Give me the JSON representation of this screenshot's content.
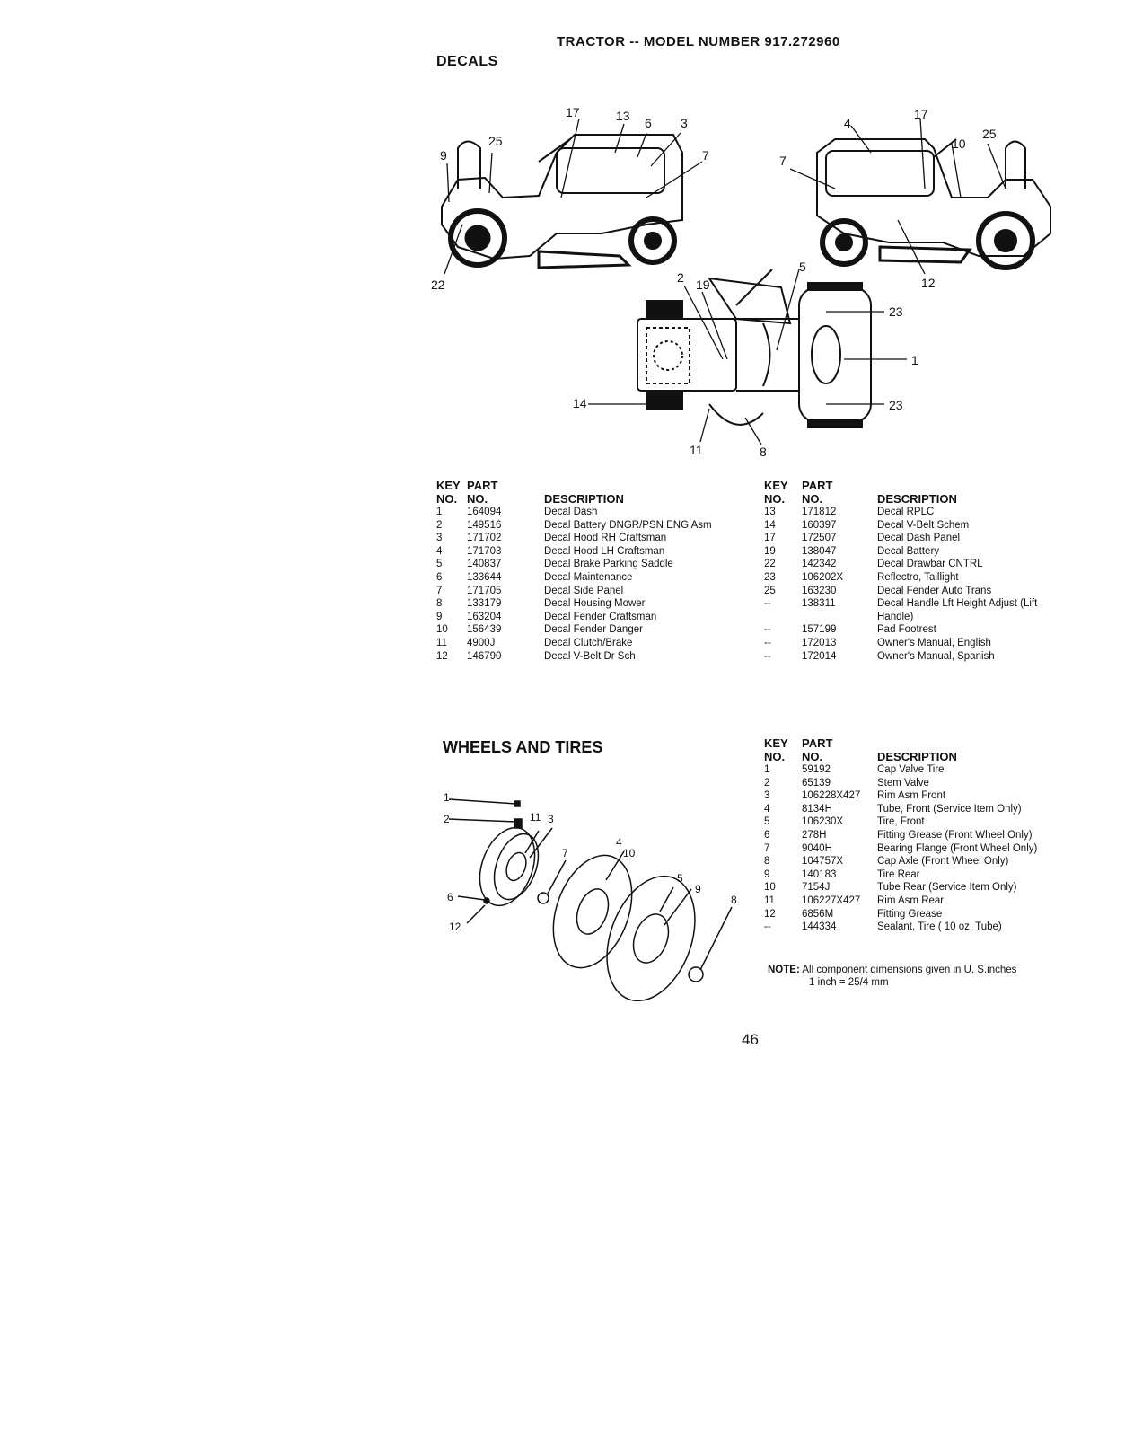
{
  "header": {
    "model_title": "TRACTOR -- MODEL NUMBER 917.272960",
    "section_decals": "DECALS",
    "section_wheels": "WHEELS AND TIRES",
    "page_number": "46"
  },
  "table_headers": {
    "key1": "KEY",
    "key2": "NO.",
    "part1": "PART",
    "part2": "NO.",
    "desc": "DESCRIPTION"
  },
  "decals_left": [
    {
      "key": "1",
      "part": "164094",
      "desc": "Decal Dash"
    },
    {
      "key": "2",
      "part": "149516",
      "desc": "Decal Battery DNGR/PSN ENG Asm"
    },
    {
      "key": "3",
      "part": "171702",
      "desc": "Decal Hood RH Craftsman"
    },
    {
      "key": "4",
      "part": "171703",
      "desc": "Decal Hood LH Craftsman"
    },
    {
      "key": "5",
      "part": "140837",
      "desc": "Decal Brake Parking Saddle"
    },
    {
      "key": "6",
      "part": "133644",
      "desc": "Decal Maintenance"
    },
    {
      "key": "7",
      "part": "171705",
      "desc": "Decal Side Panel"
    },
    {
      "key": "8",
      "part": "133179",
      "desc": "Decal Housing Mower"
    },
    {
      "key": "9",
      "part": "163204",
      "desc": "Decal Fender Craftsman"
    },
    {
      "key": "10",
      "part": "156439",
      "desc": "Decal Fender Danger"
    },
    {
      "key": "11",
      "part": "4900J",
      "desc": "Decal Clutch/Brake"
    },
    {
      "key": "12",
      "part": "146790",
      "desc": "Decal V-Belt Dr Sch"
    }
  ],
  "decals_right": [
    {
      "key": "13",
      "part": "171812",
      "desc": "Decal RPLC"
    },
    {
      "key": "14",
      "part": "160397",
      "desc": "Decal V-Belt Schem"
    },
    {
      "key": "17",
      "part": "172507",
      "desc": "Decal Dash Panel"
    },
    {
      "key": "19",
      "part": "138047",
      "desc": "Decal Battery"
    },
    {
      "key": "22",
      "part": "142342",
      "desc": "Decal Drawbar CNTRL"
    },
    {
      "key": "23",
      "part": "106202X",
      "desc": "Reflectro, Taillight"
    },
    {
      "key": "25",
      "part": "163230",
      "desc": "Decal Fender Auto Trans"
    },
    {
      "key": "--",
      "part": "138311",
      "desc": "Decal Handle Lft Height Adjust (Lift Handle)"
    },
    {
      "key": "--",
      "part": "157199",
      "desc": "Pad Footrest"
    },
    {
      "key": "--",
      "part": "172013",
      "desc": "Owner's Manual, English"
    },
    {
      "key": "--",
      "part": "172014",
      "desc": "Owner's Manual, Spanish"
    }
  ],
  "wheels": [
    {
      "key": "1",
      "part": "59192",
      "desc": "Cap Valve Tire"
    },
    {
      "key": "2",
      "part": "65139",
      "desc": "Stem Valve"
    },
    {
      "key": "3",
      "part": "106228X427",
      "desc": "Rim Asm Front"
    },
    {
      "key": "4",
      "part": "8134H",
      "desc": "Tube, Front (Service Item Only)"
    },
    {
      "key": "5",
      "part": "106230X",
      "desc": "Tire, Front"
    },
    {
      "key": "6",
      "part": "278H",
      "desc": "Fitting Grease (Front Wheel Only)"
    },
    {
      "key": "7",
      "part": "9040H",
      "desc": "Bearing Flange (Front Wheel Only)"
    },
    {
      "key": "8",
      "part": "104757X",
      "desc": "Cap Axle (Front Wheel Only)"
    },
    {
      "key": "9",
      "part": "140183",
      "desc": "Tire Rear"
    },
    {
      "key": "10",
      "part": "7154J",
      "desc": "Tube Rear (Service Item Only)"
    },
    {
      "key": "11",
      "part": "106227X427",
      "desc": "Rim Asm Rear"
    },
    {
      "key": "12",
      "part": "6856M",
      "desc": "Fitting Grease"
    },
    {
      "key": "--",
      "part": "144334",
      "desc": "Sealant, Tire ( 10 oz. Tube)"
    }
  ],
  "note": {
    "label": "NOTE:",
    "line1": "All component dimensions given in U. S.inches",
    "line2": "1 inch = 25/4 mm"
  },
  "callouts_decals": [
    "17",
    "13",
    "6",
    "3",
    "25",
    "9",
    "7",
    "4",
    "17",
    "10",
    "25",
    "7",
    "22",
    "2",
    "19",
    "5",
    "12",
    "23",
    "1",
    "23",
    "14",
    "11",
    "8"
  ],
  "callouts_wheels": [
    "1",
    "2",
    "11",
    "3",
    "4",
    "10",
    "7",
    "5",
    "9",
    "8",
    "6",
    "12"
  ]
}
